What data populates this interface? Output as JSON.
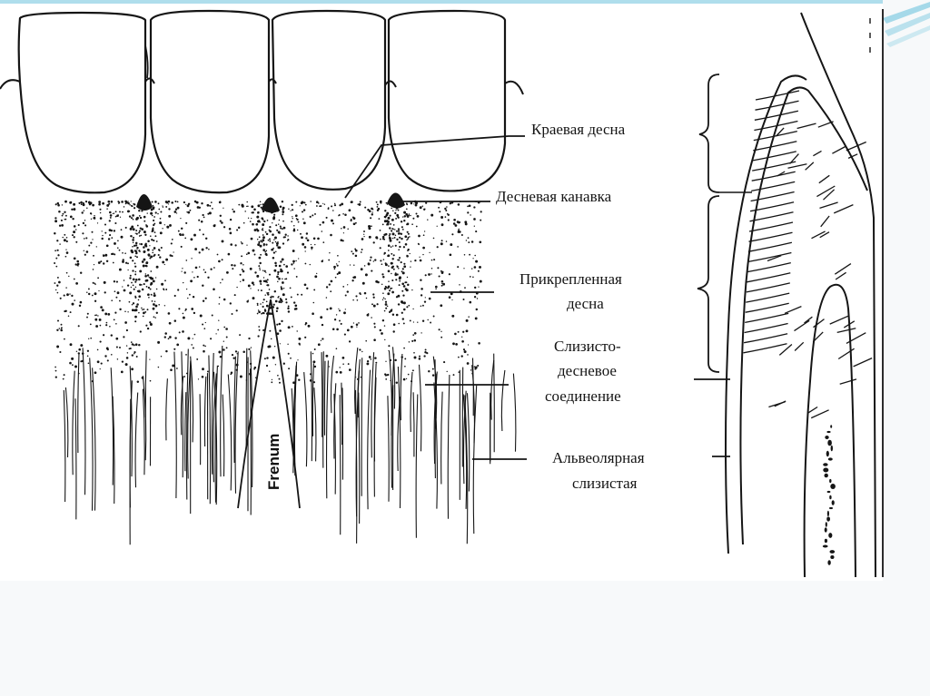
{
  "labels": {
    "marginal_gingiva": "Краевая десна",
    "gingival_groove": "Десневая канавка",
    "attached_gingiva_1": "Прикрепленная",
    "attached_gingiva_2": "десна",
    "mucogingival_junction_1": "Слизисто-",
    "mucogingival_junction_2": "десневое",
    "mucogingival_junction_3": "соединение",
    "alveolar_mucosa_1": "Альвеолярная",
    "alveolar_mucosa_2": "слизистая",
    "frenum": "Frenum"
  },
  "colors": {
    "background": "#f7f9fa",
    "figure_background": "#ffffff",
    "ink": "#151515",
    "accent_stripe": "#6ec3dd"
  }
}
